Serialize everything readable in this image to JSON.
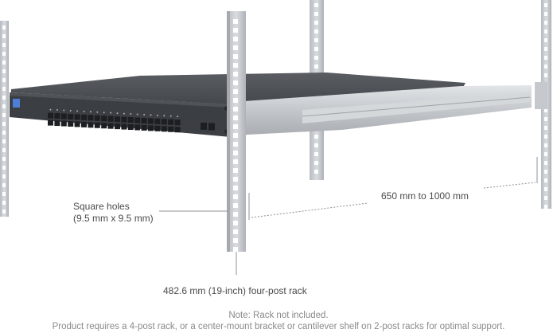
{
  "labels": {
    "square_holes_line1": "Square holes",
    "square_holes_line2": "(9.5 mm x 9.5 mm)",
    "depth_range": "650 mm to 1000 mm",
    "rack_width": "482.6 mm (19-inch) four-post rack"
  },
  "notes": {
    "line1": "Note: Rack not included.",
    "line2": "Product requires a 4-post rack, or a center-mount bracket or cantilever shelf on 2-post racks for optimal support."
  },
  "colors": {
    "rail": "#c9ccd0",
    "switch_body": "#3c3f44",
    "port": "#1c1e21",
    "port_led": "#aab0b6",
    "text": "#4a4a4a",
    "note_text": "#8a8a8a"
  }
}
